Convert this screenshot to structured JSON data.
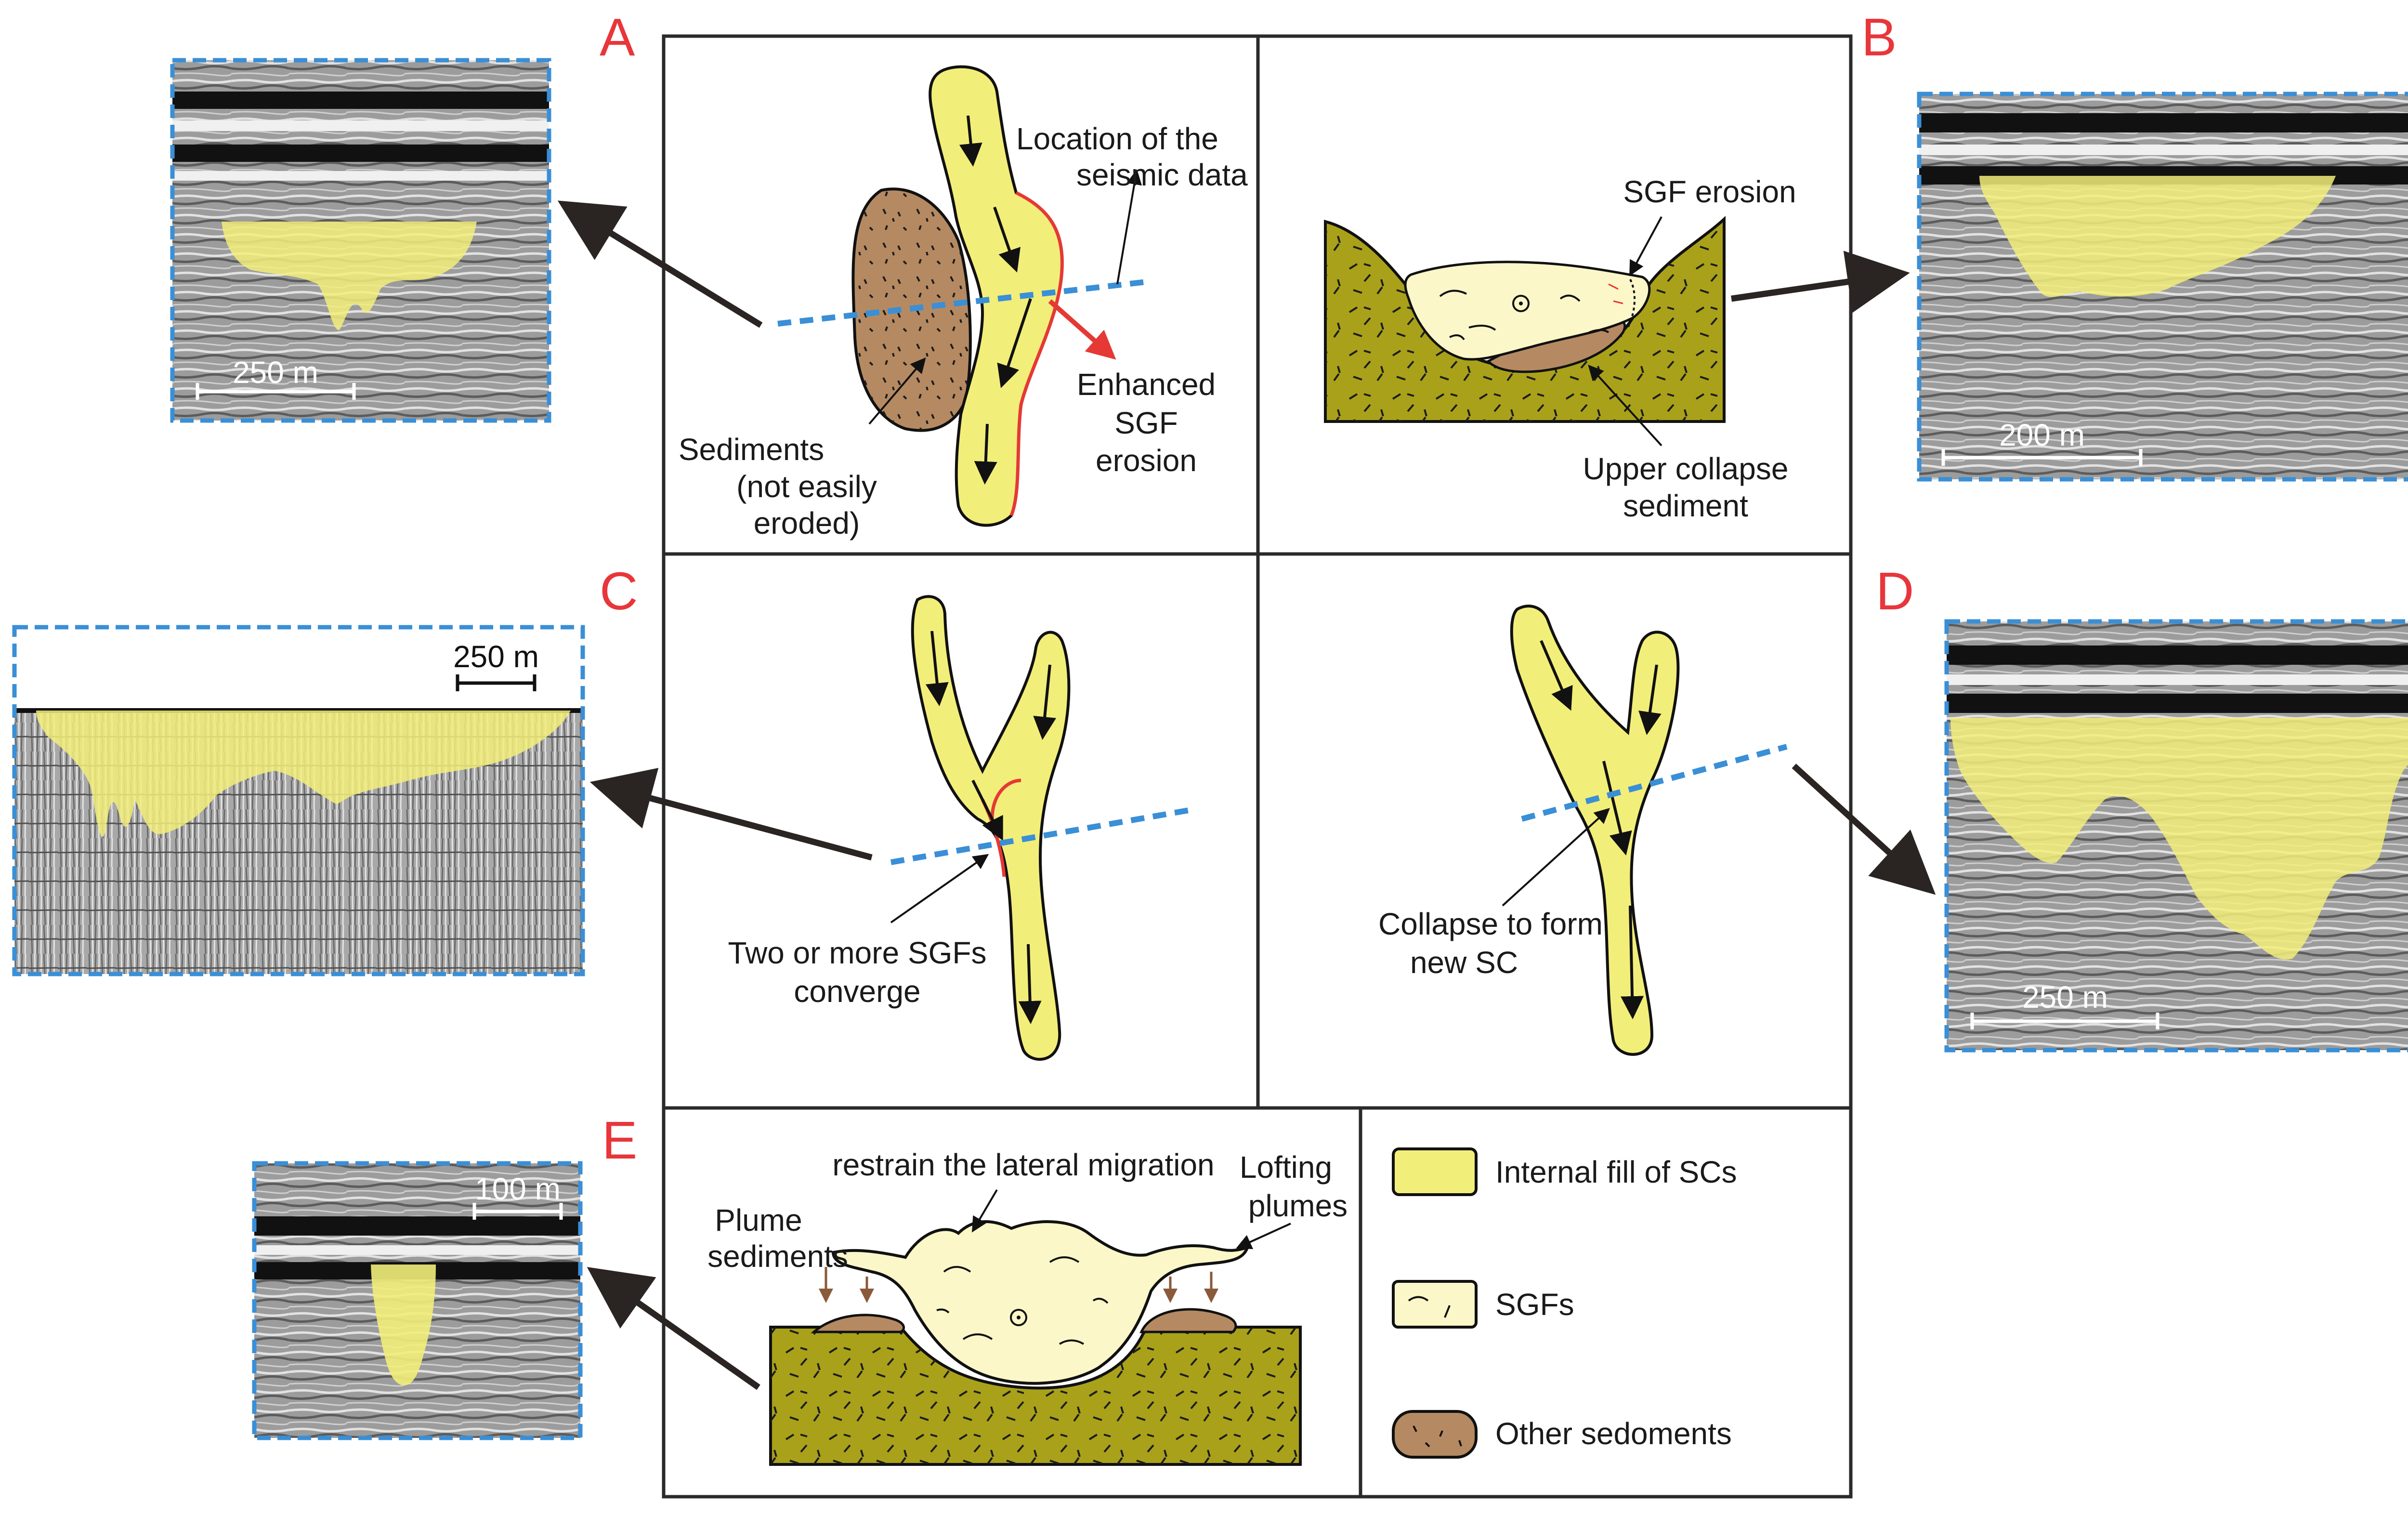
{
  "panels": {
    "a": {
      "letter": "A",
      "location_label": [
        "Location of the",
        "seismic data"
      ],
      "sediments_label": [
        "Sediments",
        "(not  easily",
        "eroded)"
      ],
      "erosion_label": [
        "Enhanced",
        "SGF",
        "erosion"
      ],
      "scale": "250 m"
    },
    "b": {
      "letter": "B",
      "erosion_label": "SGF  erosion",
      "collapse_label": [
        "Upper collapse",
        "sediment"
      ],
      "scale": "200 m"
    },
    "c": {
      "letter": "C",
      "converge_label": [
        "Two or more SGFs",
        "converge"
      ],
      "scale": "250 m"
    },
    "d": {
      "letter": "D",
      "collapse_label": [
        "Collapse to form",
        "new SC"
      ],
      "scale": "250 m"
    },
    "e": {
      "letter": "E",
      "restrain_label": "restrain the lateral migration",
      "plume_sed_label": [
        "Plume",
        "sediments"
      ],
      "lofting_label": [
        "Lofting",
        "plumes"
      ],
      "scale": "100 m"
    }
  },
  "legend": {
    "items": [
      {
        "label": "Internal fill of SCs",
        "color": "#f2ee7a"
      },
      {
        "label": "SGFs",
        "color": "#fbf7c8"
      },
      {
        "label": "Other sedoments",
        "color": "#b58a62"
      }
    ]
  },
  "colors": {
    "channel_fill": "#f2ee7a",
    "sgf_fill": "#fbf7c8",
    "sediment_fill": "#b58a62",
    "substrate_fill": "#a9a11a",
    "seismic_outline": "#3a8fd6",
    "panel_letter": "#e8363a",
    "erosion_line": "#e53935"
  }
}
